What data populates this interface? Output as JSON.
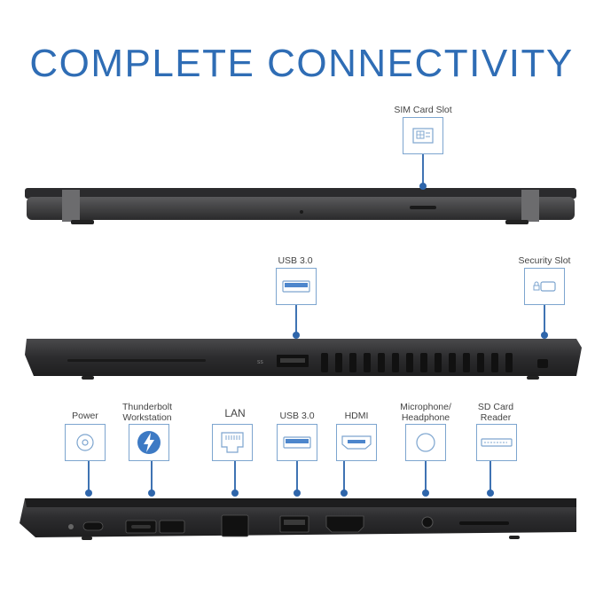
{
  "headline": "COMPLETE CONNECTIVITY",
  "ports": {
    "sim": {
      "label": "SIM Card Slot",
      "icon": "sim-card-icon"
    },
    "usb_side": {
      "label": "USB 3.0",
      "icon": "usb-icon"
    },
    "security": {
      "label": "Security Slot",
      "icon": "lock-slot-icon"
    },
    "power": {
      "label": "Power",
      "icon": "power-port-icon"
    },
    "thunderbolt": {
      "label": "Thunderbolt\nWorkstation",
      "icon": "thunderbolt-icon"
    },
    "lan": {
      "label": "LAN",
      "icon": "ethernet-icon"
    },
    "usb_front": {
      "label": "USB 3.0",
      "icon": "usb-icon"
    },
    "hdmi": {
      "label": "HDMI",
      "icon": "hdmi-icon"
    },
    "audio": {
      "label": "Microphone/\nHeadphone",
      "icon": "audio-jack-icon"
    },
    "sdcard": {
      "label": "SD Card\nReader",
      "icon": "sd-card-icon"
    }
  },
  "colors": {
    "accent": "#2f6db5",
    "connector": "#3f73b3",
    "laptop": "#3a3a3c"
  }
}
